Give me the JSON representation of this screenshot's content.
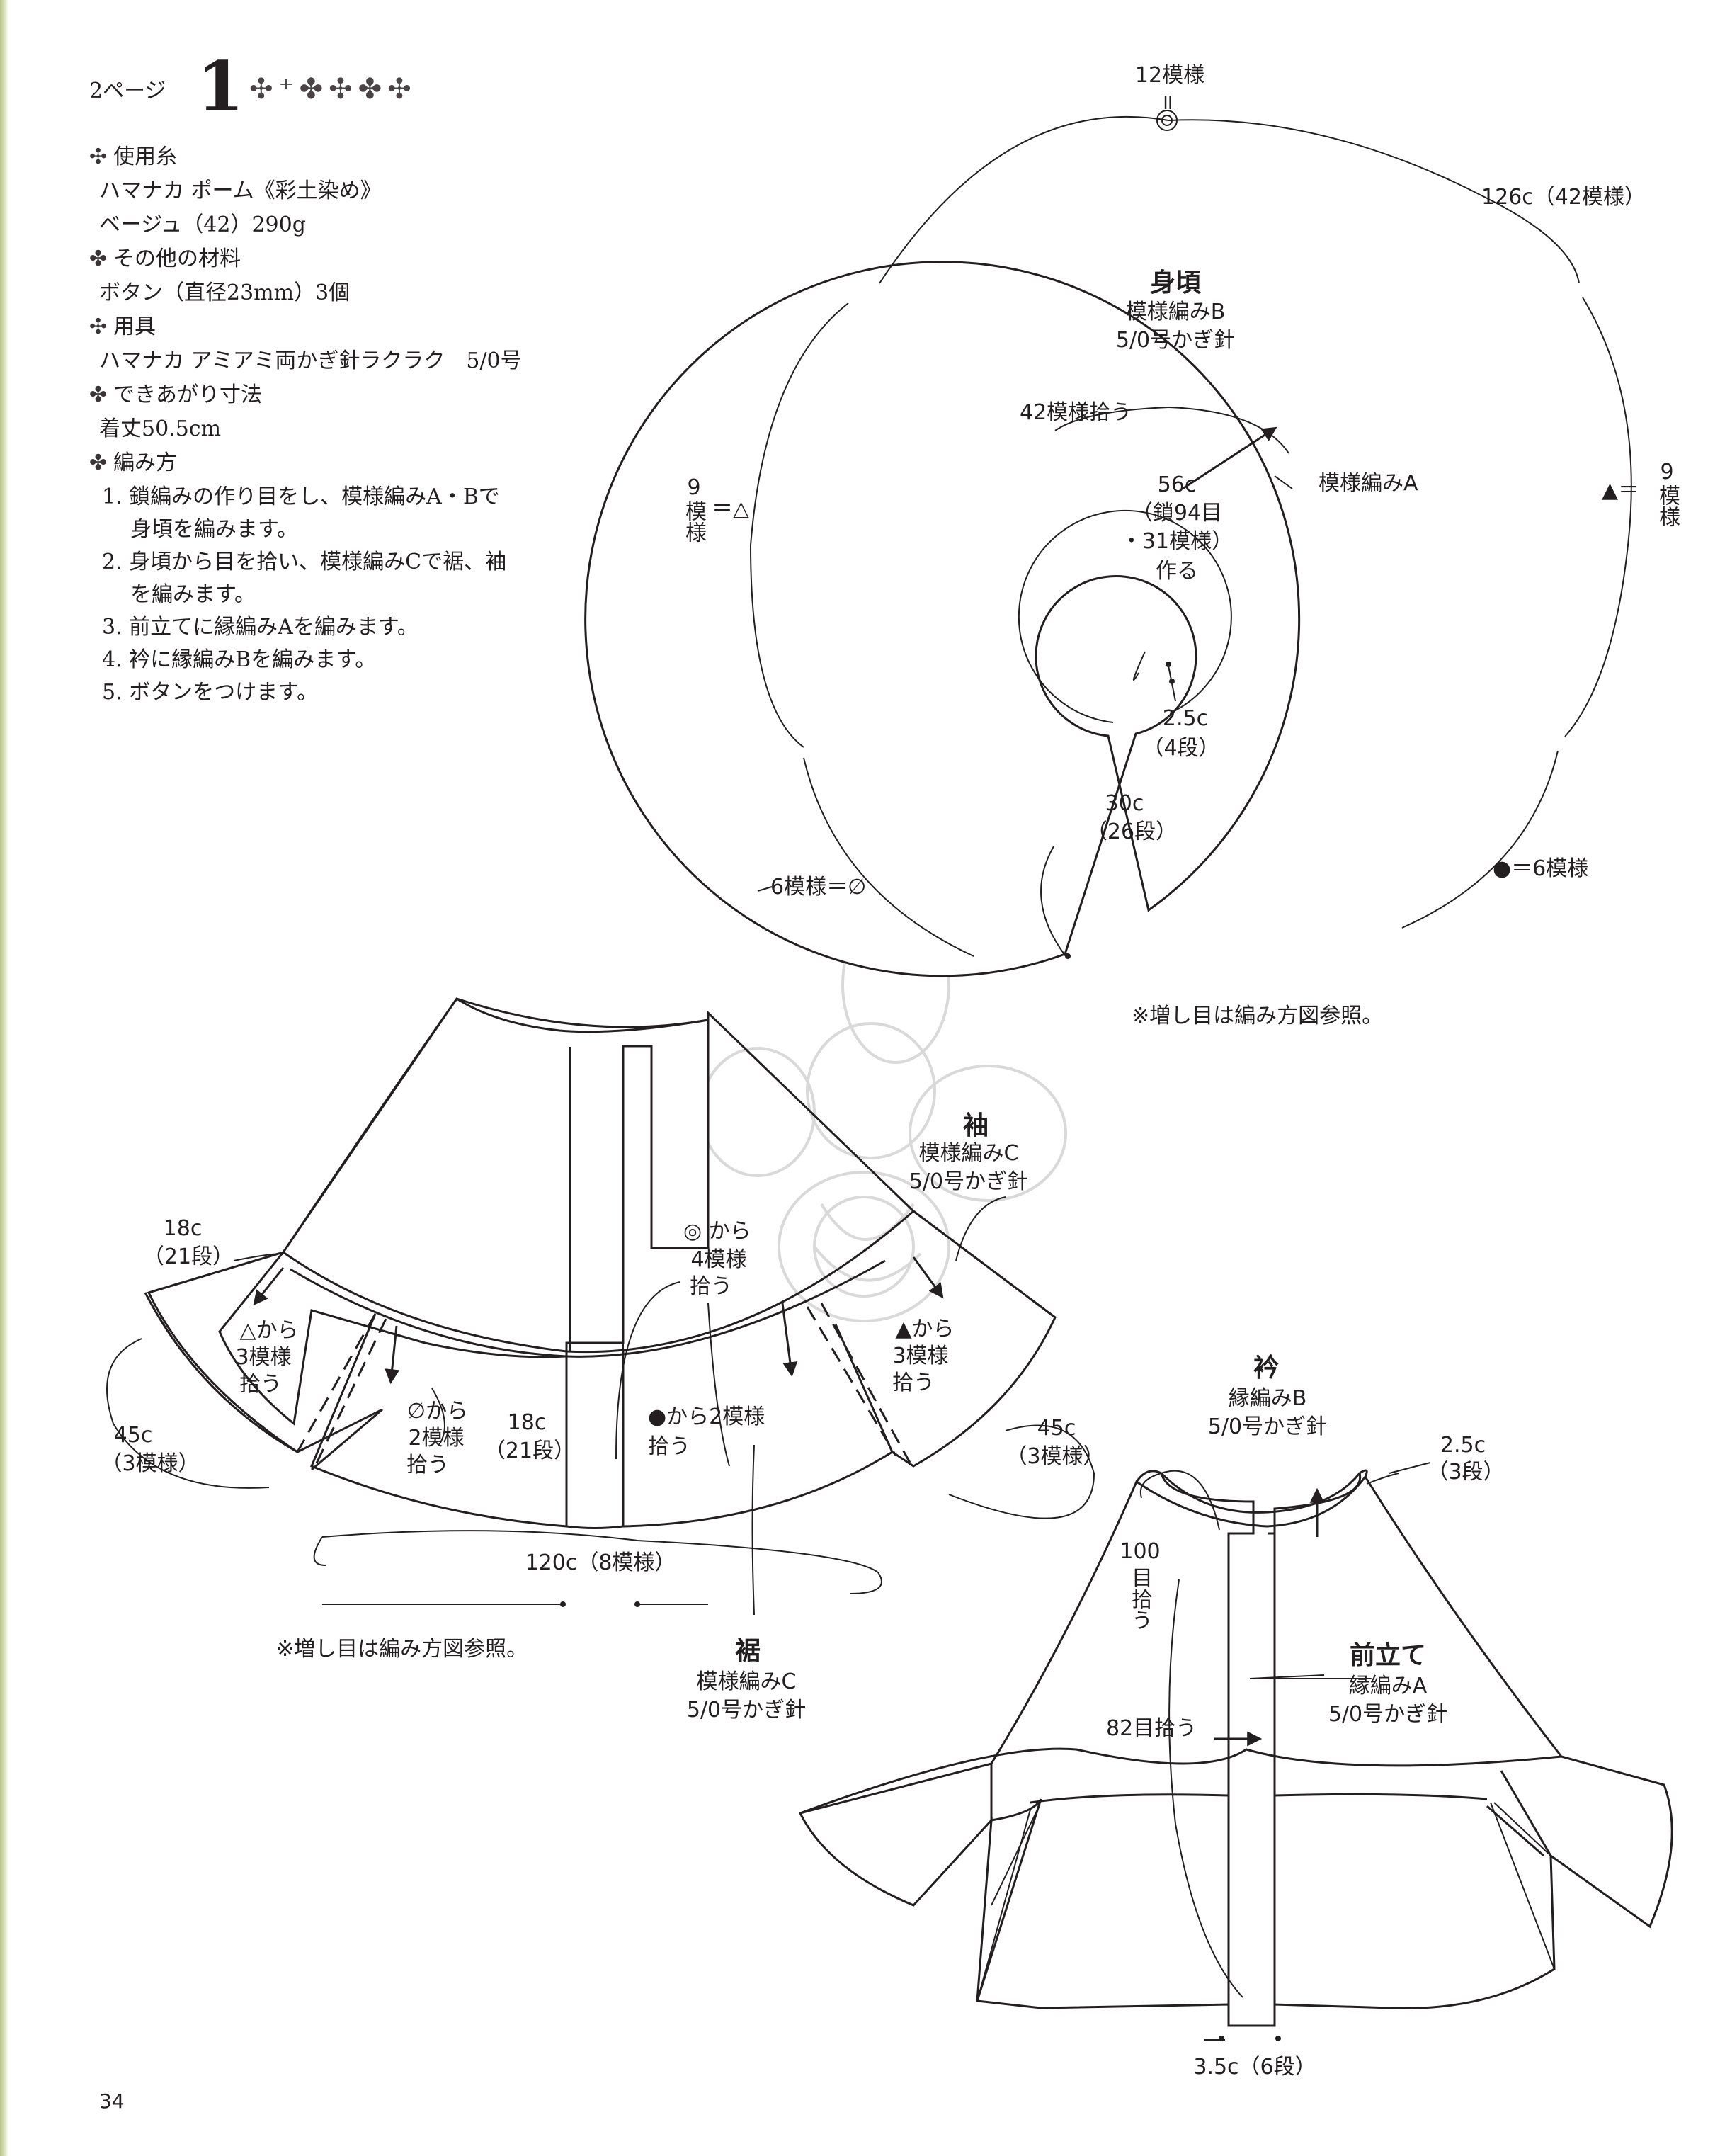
{
  "header": {
    "page_ref": "2ページ",
    "pattern_no": "1",
    "ornament": "✣⁺✤✣✤✣"
  },
  "instructions": {
    "yarn_heading": "使用糸",
    "yarn_line1": "ハマナカ ポーム《彩土染め》",
    "yarn_line2": "ベージュ（42）290g",
    "materials_heading": "その他の材料",
    "materials_line": "ボタン（直径23mm）3個",
    "tools_heading": "用具",
    "tools_line": "ハマナカ アミアミ両かぎ針ラクラク　5/0号",
    "size_heading": "できあがり寸法",
    "size_line": "着丈50.5cm",
    "method_heading": "編み方",
    "steps": [
      "1. 鎖編みの作り目をし、模様編みA・Bで",
      "身頃を編みます。",
      "2. 身頃から目を拾い、模様編みCで裾、袖",
      "を編みます。",
      "3. 前立てに縁編みAを編みます。",
      "4. 衿に縁編みBを編みます。",
      "5. ボタンをつけます。"
    ]
  },
  "body_diagram": {
    "top_count": "12模様",
    "top_eq": "॥",
    "top_symbol": "◎",
    "perimeter": "126c（42模様）",
    "title": "身頃",
    "pattern": "模様編みB",
    "hook": "5/0号かぎ針",
    "pickup": "42模様拾う",
    "pattern_a": "模様編みA",
    "neck_line1": "56c",
    "neck_line2": "（鎖94目",
    "neck_line3": "・31模様）",
    "neck_line4": "作る",
    "left_num": "9",
    "left_vert": "模様",
    "left_sym": "＝△",
    "right_sym": "▲＝",
    "right_num": "9",
    "right_vert": "模様",
    "slit_line1": "2.5c",
    "slit_line2": "（4段）",
    "length_line1": "30c",
    "length_line2": "（26段）",
    "left_bottom": "6模様＝∅",
    "right_bottom": "●＝6模様",
    "note": "※増し目は編み方図参照。"
  },
  "skirt_diagram": {
    "left_rows_line1": "18c",
    "left_rows_line2": "（21段）",
    "tri_from": "△から",
    "tri_count": "3模様",
    "tri_pick": "拾う",
    "left_width_line1": "45c",
    "left_width_line2": "（3模様）",
    "null_from": "∅から",
    "null_count": "2模様",
    "null_pick": "拾う",
    "mid_rows_line1": "18c",
    "mid_rows_line2": "（21段）",
    "dot_from": "●から2模様",
    "dot_pick": "拾う",
    "dbl_from": "◎ から",
    "dbl_count": "4模様",
    "dbl_pick": "拾う",
    "sleeve_title": "袖",
    "sleeve_pattern": "模様編みC",
    "sleeve_hook": "5/0号かぎ針",
    "btri_from": "▲から",
    "btri_count": "3模様",
    "btri_pick": "拾う",
    "right_width_line1": "45c",
    "right_width_line2": "（3模様）",
    "bottom_width": "120c（8模様）",
    "note": "※増し目は編み方図参照。",
    "hem_title": "裾",
    "hem_pattern": "模様編みC",
    "hem_hook": "5/0号かぎ針"
  },
  "cape_diagram": {
    "collar_title": "衿",
    "collar_pattern": "縁編みB",
    "collar_hook": "5/0号かぎ針",
    "collar_h_line1": "2.5c",
    "collar_h_line2": "（3段）",
    "pick_100_line1": "100",
    "pick_100_vert": "目拾う",
    "band_title": "前立て",
    "band_pattern": "縁編みA",
    "band_hook": "5/0号かぎ針",
    "pick_82": "82目拾う",
    "band_width": "3.5c（6段）"
  },
  "footer": {
    "page_number": "34"
  }
}
